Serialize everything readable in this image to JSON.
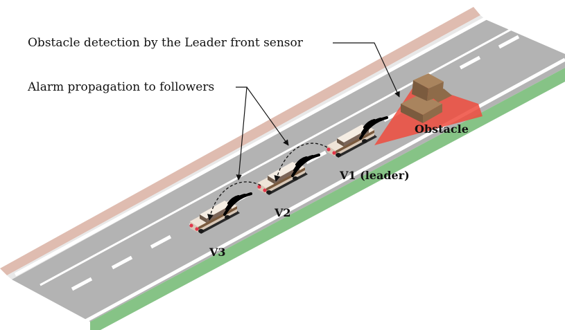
{
  "annotations": {
    "obstacle_detection": "Obstacle detection by the Leader front sensor",
    "alarm_propagation": "Alarm propagation to followers"
  },
  "labels": {
    "obstacle": "Obstacle",
    "v1": "V1 (leader)",
    "v2": "V2",
    "v3": "V3"
  },
  "colors": {
    "road": "#b3b3b3",
    "lane_line": "#ffffff",
    "grass": "#86c386",
    "sidewalk": "#dfbcb0",
    "sensor_cone": "#ef4b3d",
    "car_body": "#efe4d8",
    "box": "#8d6e4c"
  }
}
